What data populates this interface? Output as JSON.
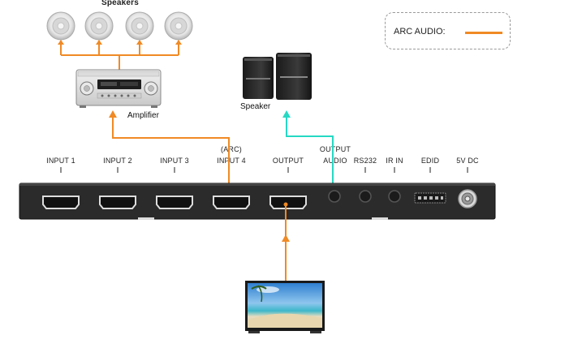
{
  "speakers_label": "Speakers",
  "amplifier_label": "Amplifier",
  "speaker_label": "Speaker",
  "legend": {
    "text": "ARC AUDIO:",
    "line_color": "#f08a24"
  },
  "ports": {
    "input1": "INPUT 1",
    "input2": "INPUT 2",
    "input3": "INPUT 3",
    "input4_arc": "(ARC)",
    "input4": "INPUT 4",
    "output": "OUTPUT",
    "output_audio_1": "OUTPUT",
    "output_audio_2": "AUDIO",
    "rs232": "RS232",
    "ir_in": "IR IN",
    "edid": "EDID",
    "dc": "5V DC"
  },
  "colors": {
    "arc": "#f08a24",
    "audio": "#26d9c4",
    "device": "#2b2b2b"
  }
}
